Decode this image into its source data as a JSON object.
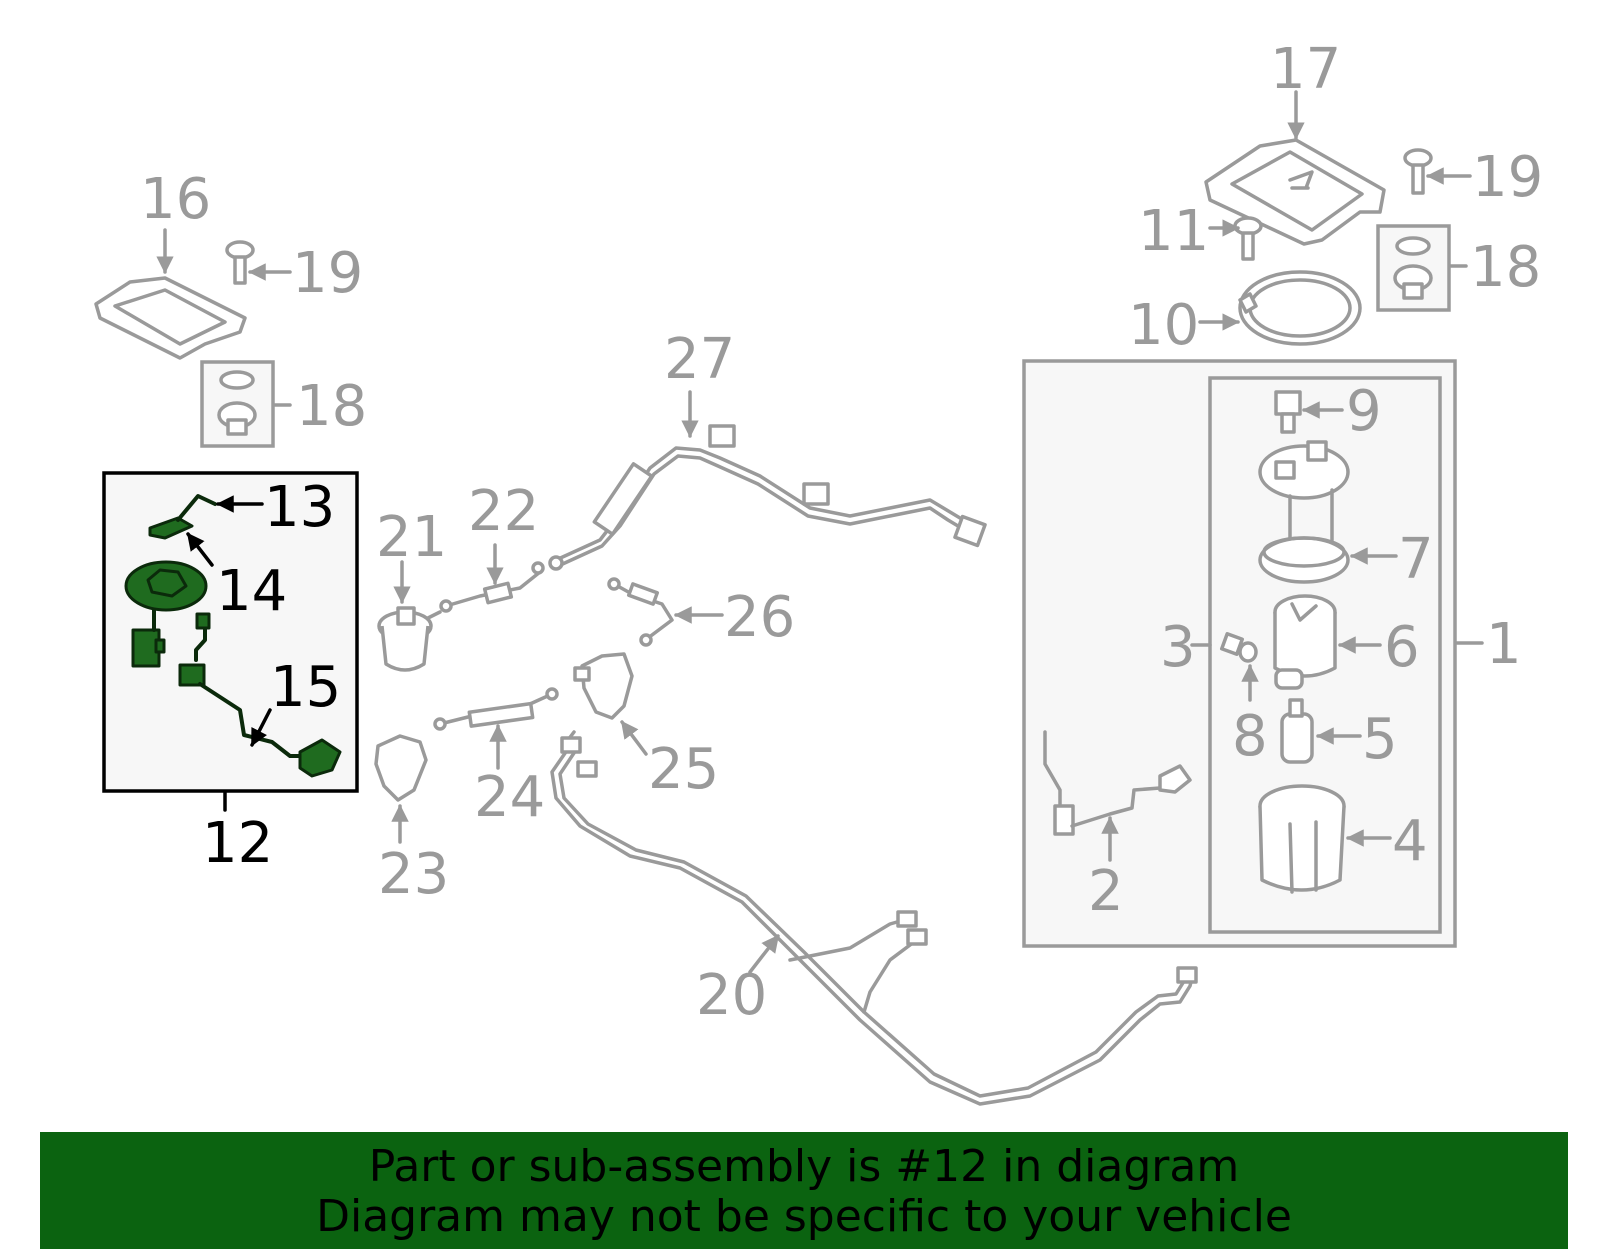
{
  "diagram": {
    "highlight_color": "#1f6b1f",
    "line_color": "#9a9a9a",
    "callouts": {
      "c1": "1",
      "c2": "2",
      "c3": "3",
      "c4": "4",
      "c5": "5",
      "c6": "6",
      "c7": "7",
      "c8": "8",
      "c9": "9",
      "c10": "10",
      "c11": "11",
      "c12": "12",
      "c13": "13",
      "c14": "14",
      "c15": "15",
      "c16": "16",
      "c17": "17",
      "c18a": "18",
      "c18b": "18",
      "c19a": "19",
      "c19b": "19",
      "c20": "20",
      "c21": "21",
      "c22": "22",
      "c23": "23",
      "c24": "24",
      "c25": "25",
      "c26": "26",
      "c27": "27"
    }
  },
  "banner": {
    "color": "#0b6310",
    "line1": "Part or sub-assembly is #12 in diagram",
    "line2": "Diagram may not be specific to your vehicle"
  }
}
